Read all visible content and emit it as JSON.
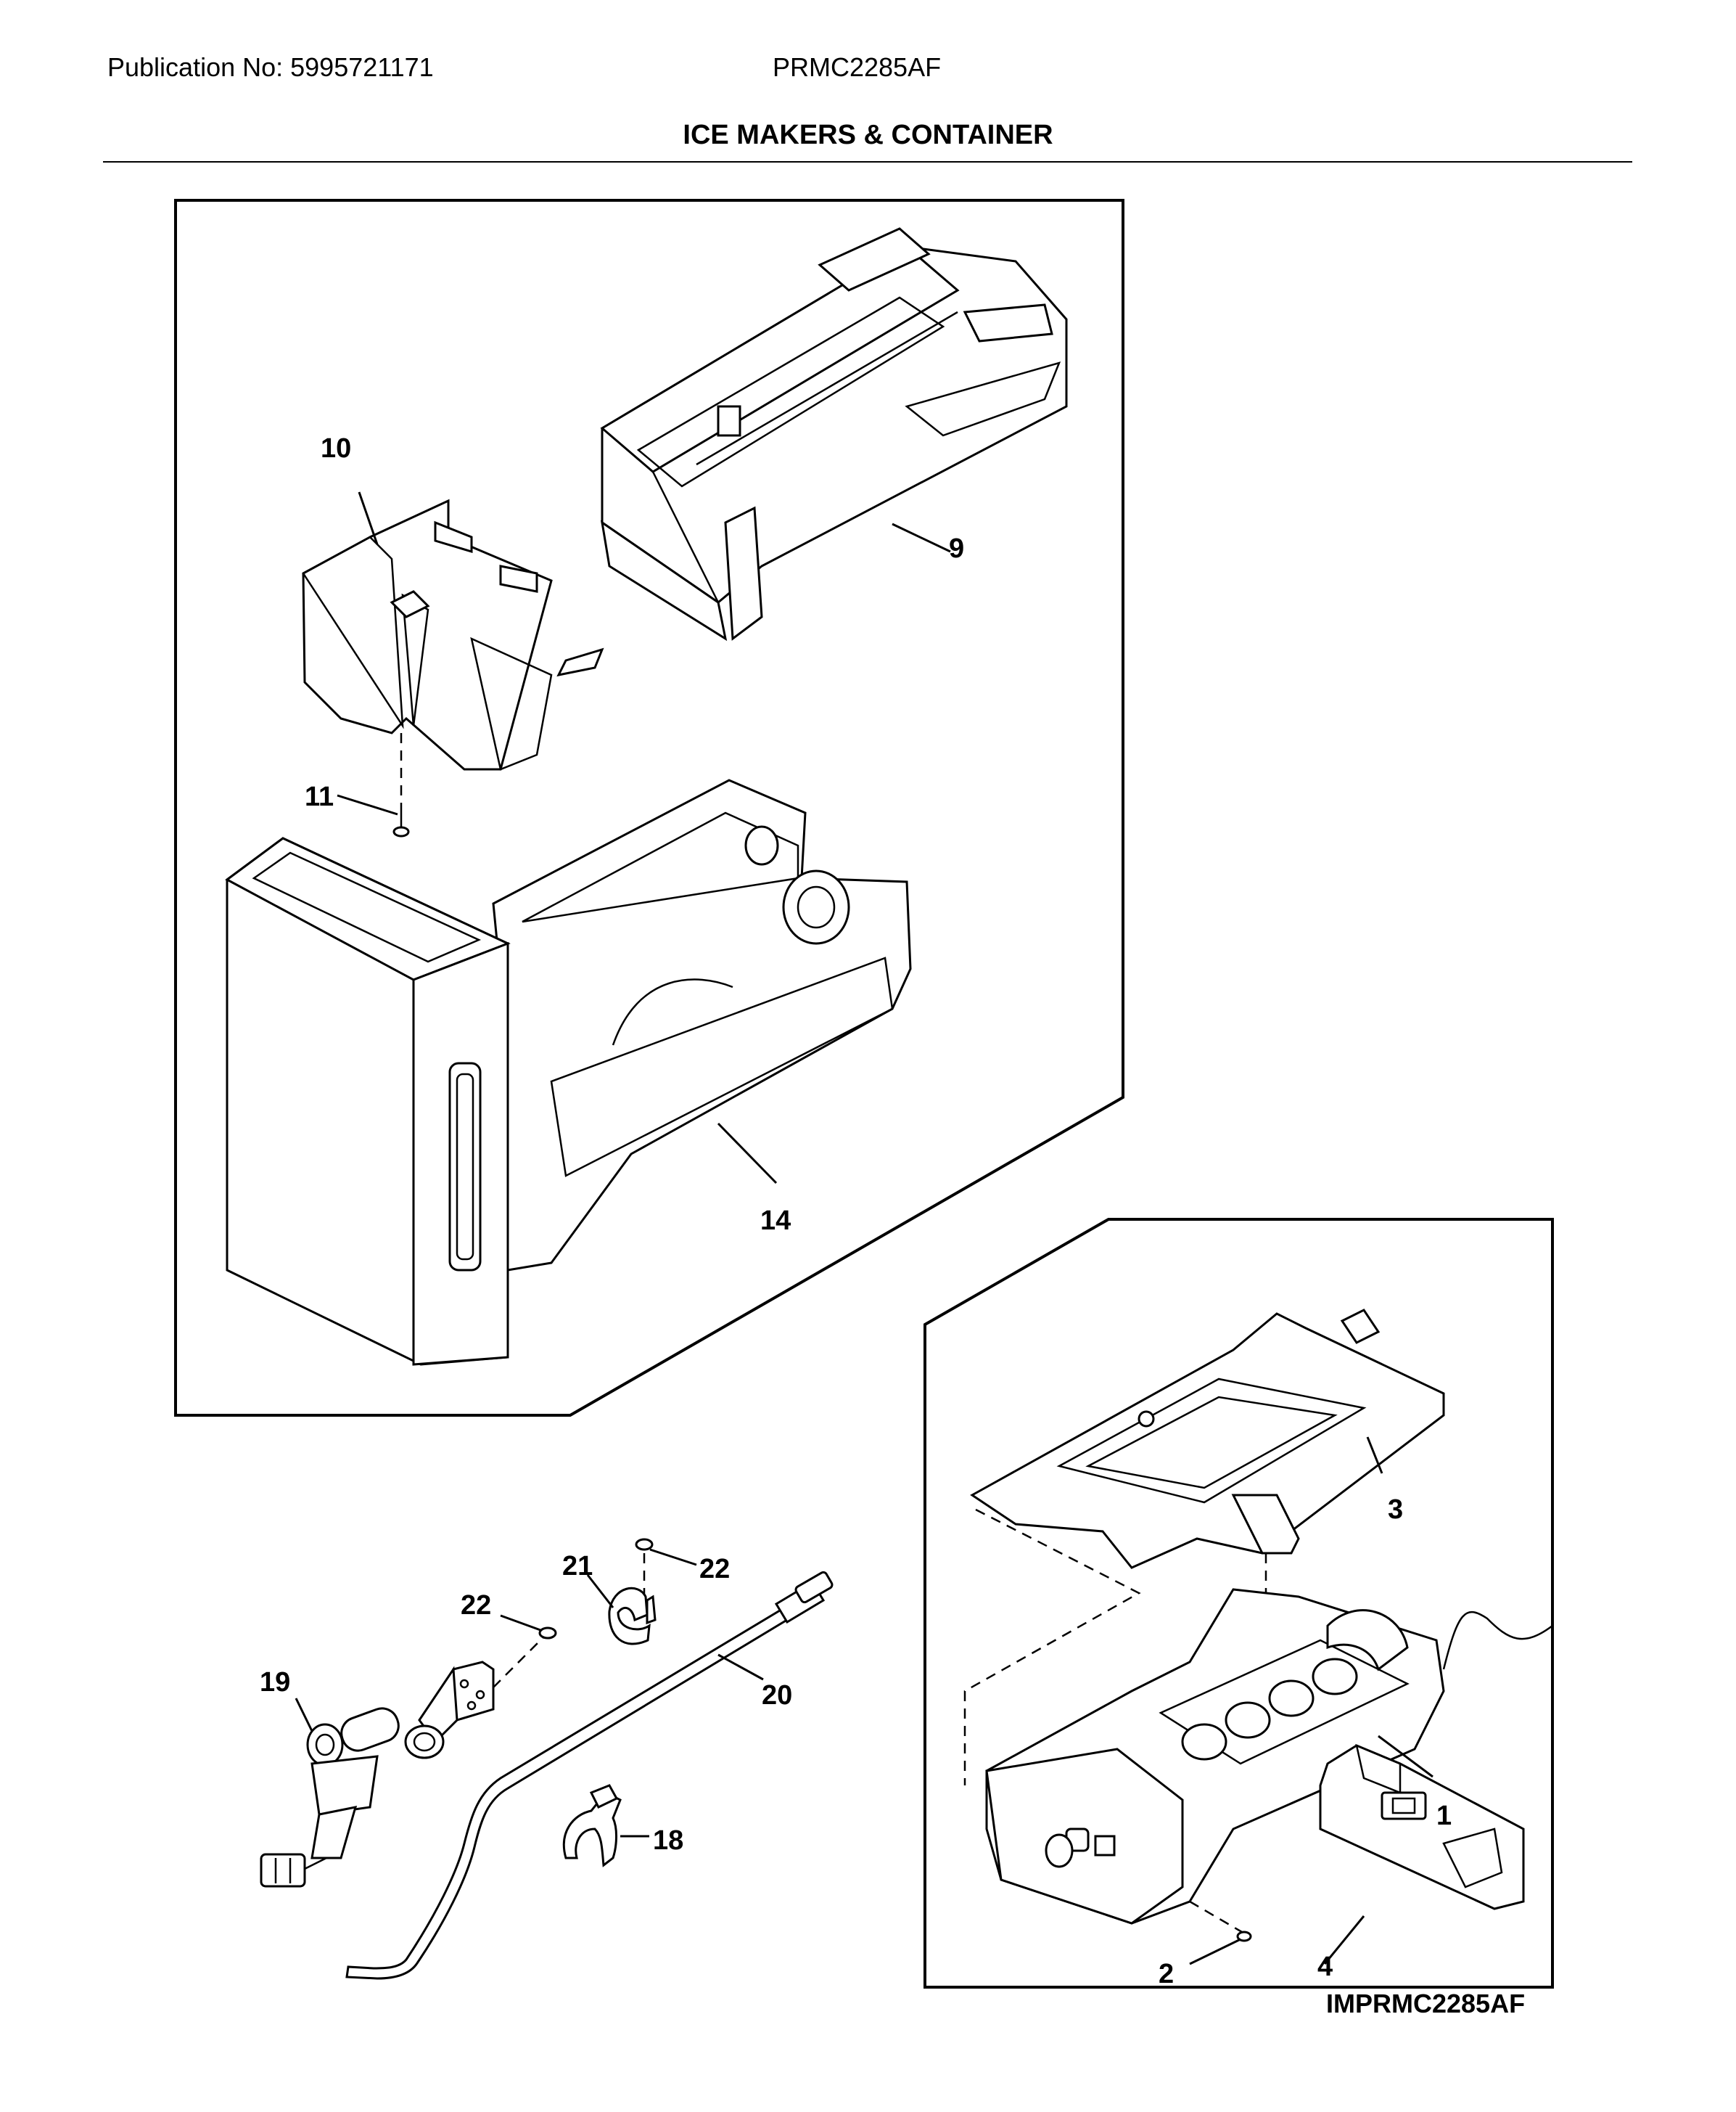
{
  "header": {
    "publication": "Publication No: 5995721171",
    "model": "PRMC2285AF"
  },
  "section_title": "ICE MAKERS & CONTAINER",
  "footer_code": "IMPRMC2285AF",
  "callouts": {
    "c1": "1",
    "c2": "2",
    "c3": "3",
    "c4": "4",
    "c9": "9",
    "c10": "10",
    "c11": "11",
    "c14": "14",
    "c18": "18",
    "c19": "19",
    "c20": "20",
    "c21": "21",
    "c22a": "22",
    "c22b": "22"
  }
}
